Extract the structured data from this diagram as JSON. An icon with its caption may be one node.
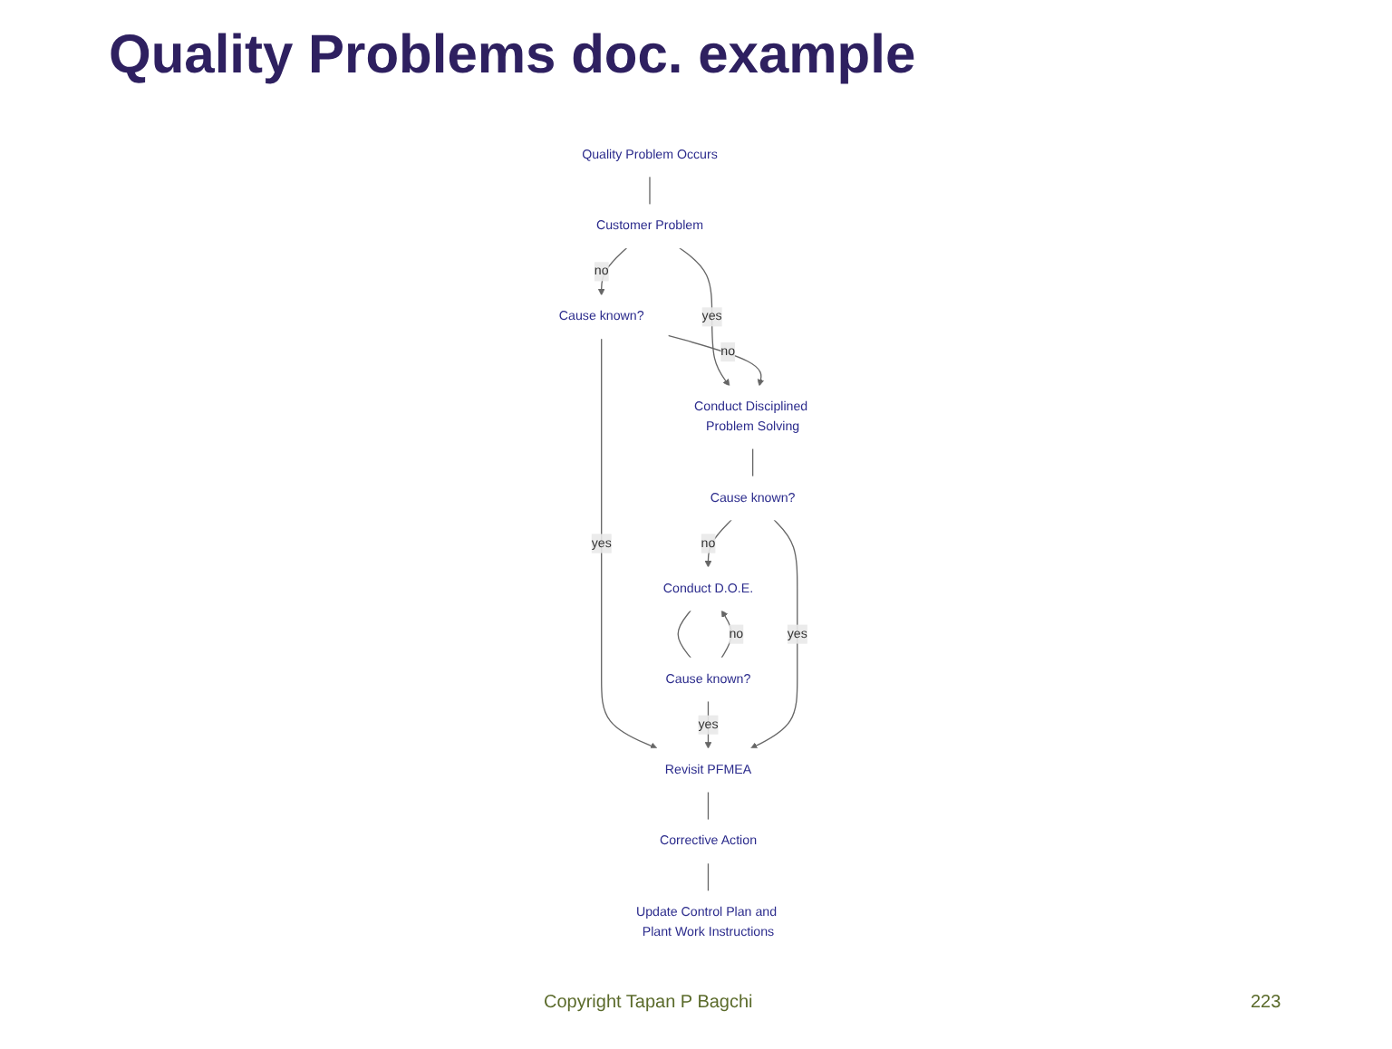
{
  "diagram": {
    "title": "Quality Problems doc. example",
    "nodes": [
      {
        "text": [
          "Quality Problem Occurs"
        ]
      },
      {
        "text": [
          "Customer Problem"
        ]
      },
      {
        "text": [
          "Cause known?"
        ]
      },
      {
        "text": [
          "Conduct Disciplined Problem Solving"
        ]
      },
      {
        "text": [
          "Cause known?"
        ]
      },
      {
        "text": [
          "Conduct D.O.E."
        ]
      },
      {
        "text": [
          "Cause known?"
        ]
      },
      {
        "text": [
          "Revisit PFMEA"
        ]
      },
      {
        "text": [
          "Corrective Action"
        ]
      },
      {
        "text": [
          "Update Control Plan and Plant Work Instructions"
        ]
      }
    ],
    "edges": [
      {
        "from": 0,
        "to": 1,
        "arrow": "none"
      },
      {
        "from": 1,
        "to": 2,
        "arrow": "to",
        "label": "no"
      },
      {
        "from": 1,
        "to": 3,
        "arrow": "to",
        "label": "yes"
      },
      {
        "from": 2,
        "to": 3,
        "arrow": "to",
        "label": "no"
      },
      {
        "from": 2,
        "to": 7,
        "arrow": "to",
        "label": "yes"
      },
      {
        "from": 3,
        "to": 4,
        "arrow": "none"
      },
      {
        "from": 4,
        "to": 5,
        "arrow": "to",
        "label": "no"
      },
      {
        "from": 5,
        "to": 6,
        "arrow": "none"
      },
      {
        "from": 6,
        "to": 5,
        "arrow": "to",
        "label": "no"
      },
      {
        "from": 6,
        "to": 7,
        "arrow": "to",
        "label": "yes"
      },
      {
        "from": 4,
        "to": 7,
        "arrow": "to",
        "label": "yes"
      },
      {
        "from": 7,
        "to": 8,
        "arrow": "none"
      },
      {
        "from": 8,
        "to": 9,
        "arrow": "none"
      }
    ],
    "labels": [
      "Copyright Tapan P Bagchi",
      "223"
    ]
  }
}
